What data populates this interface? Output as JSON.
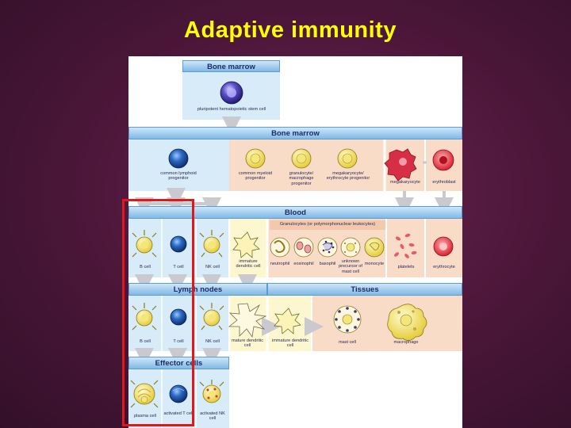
{
  "title": "Adaptive immunity",
  "colors": {
    "title": "#ffff00",
    "background": "#4a1638",
    "highlight_box": "#e01818",
    "band_blue": "#7fb9e6",
    "pale_blue": "#d7ebf9",
    "peach": "#f8dcc8",
    "pale_yellow": "#fdf7cf",
    "lymphocyte": "#2a68c0",
    "myeloid": "#ecd64a",
    "erythro": "#e02a38"
  },
  "sections": {
    "bone_marrow_top": "Bone marrow",
    "bone_marrow": "Bone marrow",
    "blood": "Blood",
    "lymph_nodes": "Lymph nodes",
    "tissues": "Tissues",
    "effector_cells": "Effector cells"
  },
  "cells": {
    "stem_cell": "pluripotent hematopoietic stem cell",
    "common_lymphoid_progenitor": "common lymphoid progenitor",
    "common_myeloid_progenitor": "common myeloid progenitor",
    "granulocyte_macrophage_progenitor": "granulocyte/ macrophage progenitor",
    "megakaryocyte_erythrocyte_progenitor": "megakaryocyte/ erythrocyte progenitor",
    "megakaryocyte": "megakaryocyte",
    "erythroblast": "erythroblast",
    "granulocytes_caption": "Granulocytes (or polymorphonuclear leukocytes)",
    "blood_b_cell": "B cell",
    "blood_t_cell": "T cell",
    "blood_nk_cell": "NK cell",
    "immature_dendritic_cell": "immature dendritic cell",
    "neutrophil": "neutrophil",
    "eosinophil": "eosinophil",
    "basophil": "basophil",
    "unknown_precursor": "unknown precursor of mast cell",
    "monocyte": "monocyte",
    "platelets": "platelets",
    "erythrocyte": "erythrocyte",
    "lymph_b_cell": "B cell",
    "lymph_t_cell": "T cell",
    "lymph_nk_cell": "NK cell",
    "mature_dendritic_cell": "mature dendritic cell",
    "tissue_immature_dendritic_cell": "immature dendritic cell",
    "mast_cell": "mast cell",
    "macrophage": "macrophage",
    "plasma_cell": "plasma cell",
    "activated_t_cell": "activated T cell",
    "activated_nk_cell": "activated NK cell"
  }
}
